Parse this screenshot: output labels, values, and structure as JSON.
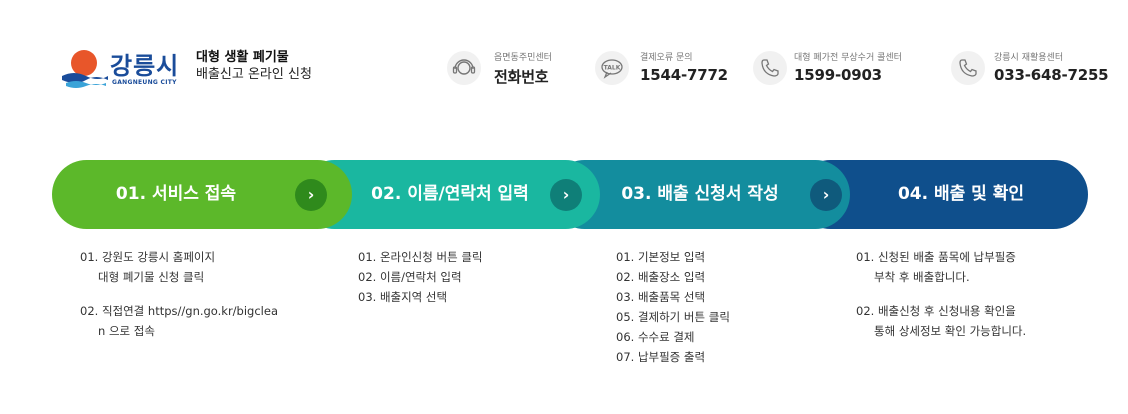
{
  "header": {
    "logo_text": "강릉시",
    "logo_sub": "GANGNEUNG CITY",
    "title_line1": "대형 생활 폐기물",
    "title_line2": "배출신고 온라인 신청",
    "contacts": [
      {
        "label": "읍면동주민센터",
        "number": "전화번호",
        "icon": "headset-icon"
      },
      {
        "label": "결제오류 문의",
        "number": "1544-7772",
        "icon": "talk-bubble-icon"
      },
      {
        "label": "대형 폐가전 무상수거 콜센터",
        "number": "1599-0903",
        "icon": "phone-icon"
      },
      {
        "label": "강릉시 재활용센터",
        "number": "033-648-7255",
        "icon": "phone-icon"
      }
    ]
  },
  "steps": [
    {
      "label": "01. 서비스 접속",
      "color": "#5cb82a"
    },
    {
      "label": "02. 이름/연락처 입력",
      "color": "#1ab7a0"
    },
    {
      "label": "03. 배출 신청서 작성",
      "color": "#138d9e"
    },
    {
      "label": "04. 배출 및 확인",
      "color": "#0f4f8c"
    }
  ],
  "arrow_colors": [
    "#2f8a1c",
    "#0f7f78",
    "#0f5a7c"
  ],
  "arrow_glyph": "›",
  "descriptions": {
    "step1": {
      "line1": "01. 강원도 강릉시 홈페이지",
      "line1b": "대형 폐기물 신청 클릭",
      "line2": "02. 직접연결 https//gn.go.kr/bigclea",
      "line2b": "n 으로 접속"
    },
    "step2": {
      "line1": "01. 온라인신청 버튼 클릭",
      "line2": "02. 이름/연락처 입력",
      "line3": "03. 배출지역 선택"
    },
    "step3": {
      "line1": "01. 기본정보 입력",
      "line2": "02. 배출장소 입력",
      "line3": "03. 배출품목 선택",
      "line4": "05. 결제하기 버튼 클릭",
      "line5": "06. 수수료 결제",
      "line6": "07. 납부필증 출력"
    },
    "step4": {
      "line1": "01. 신청된 배출 품목에 납부필증",
      "line1b": "부착 후 배출합니다.",
      "line2": "02. 배출신청 후 신청내용 확인을",
      "line2b": "통해 상세정보 확인 가능합니다."
    }
  }
}
